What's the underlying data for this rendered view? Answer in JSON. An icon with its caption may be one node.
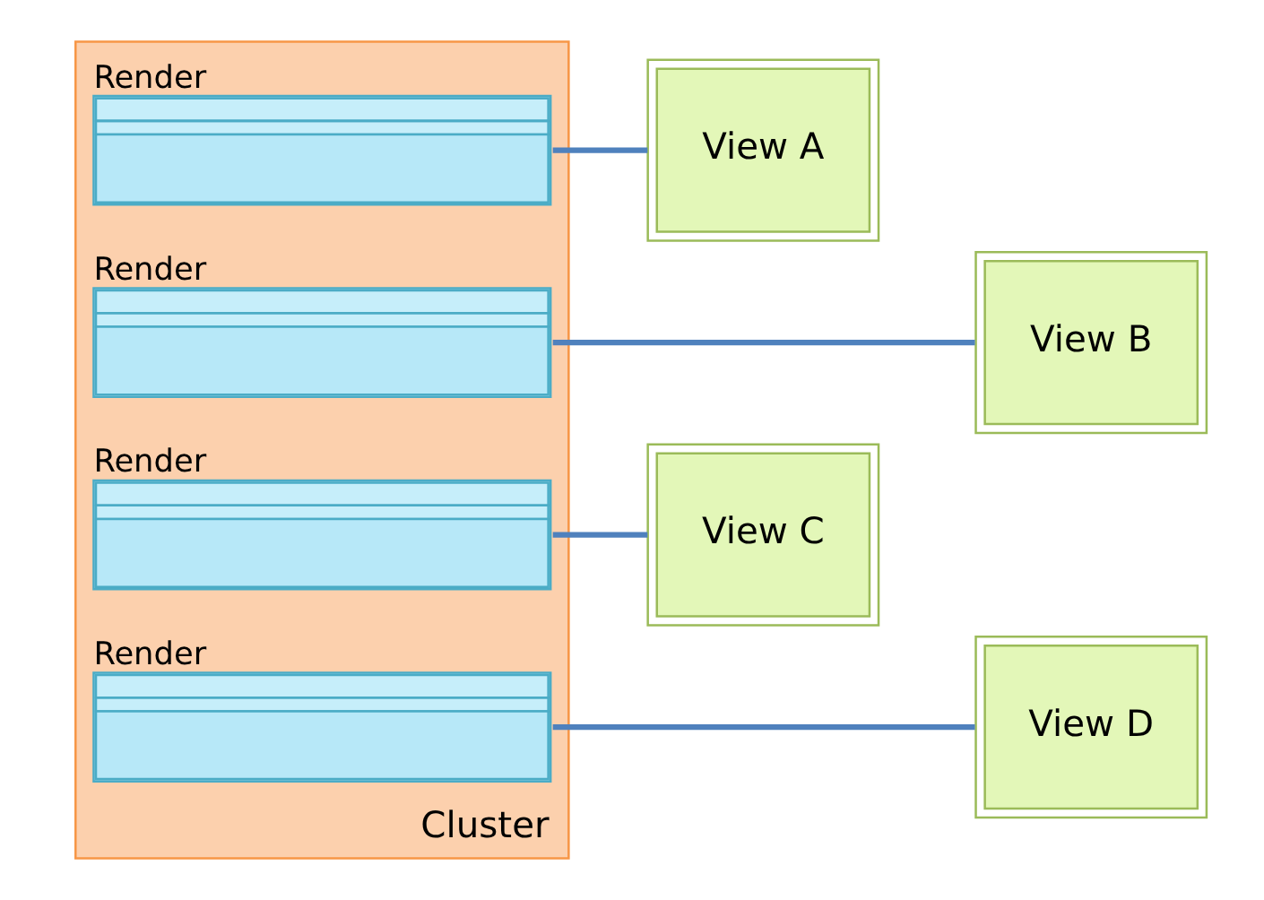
{
  "diagram": {
    "nodes": [
      {
        "text": [
          "Cluster"
        ]
      },
      {
        "text": [
          "Render"
        ],
        "in": 0
      },
      {
        "text": [
          "Render"
        ],
        "in": 0
      },
      {
        "text": [
          "Render"
        ],
        "in": 0
      },
      {
        "text": [
          "Render"
        ],
        "in": 0
      },
      {
        "text": [
          "View A"
        ]
      },
      {
        "text": [
          "View B"
        ]
      },
      {
        "text": [
          "View C"
        ]
      },
      {
        "text": [
          "View D"
        ]
      }
    ],
    "edges": [
      {
        "from": 1,
        "to": 5,
        "arrow": "none"
      },
      {
        "from": 2,
        "to": 6,
        "arrow": "none"
      },
      {
        "from": 3,
        "to": 7,
        "arrow": "none"
      },
      {
        "from": 4,
        "to": 8,
        "arrow": "none"
      }
    ]
  }
}
